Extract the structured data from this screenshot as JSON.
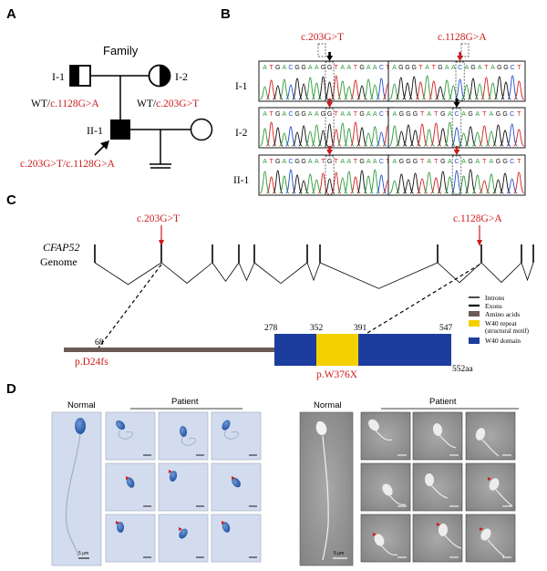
{
  "panels": {
    "A": {
      "letter": "A",
      "family_label": "Family",
      "members": [
        {
          "id": "I-1",
          "genotype_prefix": "WT/",
          "genotype_variant": "c.1128G>A"
        },
        {
          "id": "I-2",
          "genotype_prefix": "WT/",
          "genotype_variant": "c.203G>T"
        },
        {
          "id": "II-1",
          "genotype_variant": "c.203G>T/c.1128G>A"
        }
      ]
    },
    "B": {
      "letter": "B",
      "variant_left": "c.203G>T",
      "variant_right": "c.1128G>A",
      "row_labels": [
        "I-1",
        "I-2",
        "II-1"
      ],
      "seq_left": "ATGACGGAAGGTAATGAACT",
      "seq_left_mut": "ATGACGGAATGTAATGAACT",
      "seq_right": "AGGGTATGACAGATAGGCT",
      "seq_right_mut": "AGGGTATGAACAGATAGGCT"
    },
    "C": {
      "letter": "C",
      "gene": "CFAP52",
      "genome_label": "Genome",
      "variant_left": "c.203G>T",
      "variant_right": "c.1128G>A",
      "protein_variant_left": "p.D24fs",
      "protein_variant_right": "p.W376X",
      "positions": [
        "68",
        "278",
        "352",
        "391",
        "547"
      ],
      "length_label": "552aa",
      "legend": [
        {
          "label": "Introns"
        },
        {
          "label": "Exons"
        },
        {
          "label": "Amino acids",
          "color": "#6b5a55"
        },
        {
          "label": "W40 repeat",
          "sub": "(structural motif)",
          "color": "#f5d000"
        },
        {
          "label": "W40 domain",
          "color": "#1c3d9e"
        }
      ]
    },
    "D": {
      "letter": "D",
      "normal_label": "Normal",
      "patient_label": "Patient",
      "scale_label": "5 μm"
    }
  },
  "colors": {
    "red": "#cc1b1b",
    "protein_blue": "#1c3d9e",
    "protein_yellow": "#f5d000",
    "backbone": "#6b5a55"
  }
}
